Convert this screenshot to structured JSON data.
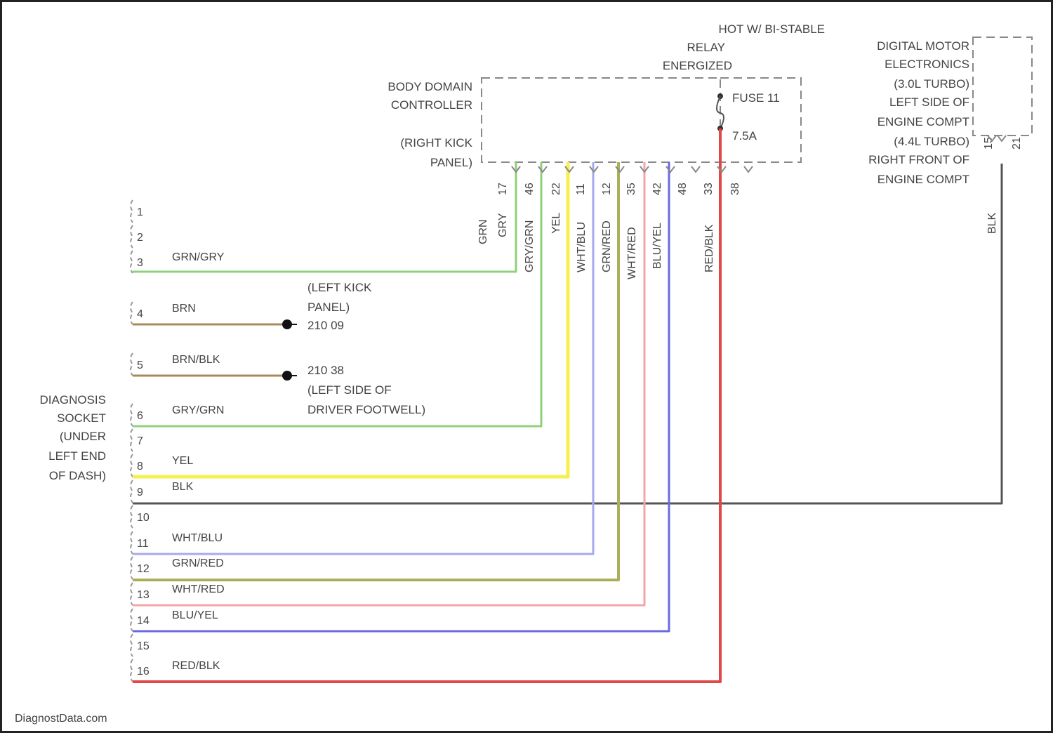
{
  "colors": {
    "background": "#ffffff",
    "text": "#444444",
    "frame": "#222222",
    "green": "#8fd07a",
    "brown": "#a88a5a",
    "yellow": "#f5f050",
    "black": "#555555",
    "violet": "#a8a8ee",
    "olive": "#aab05a",
    "pink": "#f2a6a6",
    "blue": "#6a6ae0",
    "red": "#e24848",
    "dashed": "#888888"
  },
  "components": {
    "bdc": {
      "name_line1": "BODY DOMAIN",
      "name_line2": "CONTROLLER",
      "loc_line1": "(RIGHT KICK",
      "loc_line2": "PANEL)"
    },
    "relay": {
      "line1": "HOT W/ BI-STABLE",
      "line2": "RELAY",
      "line3": "ENERGIZED"
    },
    "fuse": {
      "name": "FUSE 11",
      "rating": "7.5A"
    },
    "dme": {
      "line1": "DIGITAL MOTOR",
      "line2": "ELECTRONICS",
      "line3": "(3.0L TURBO)",
      "line4": "LEFT SIDE OF",
      "line5": "ENGINE COMPT",
      "line6": "(4.4L TURBO)",
      "line7": "RIGHT FRONT OF",
      "line8": "ENGINE COMPT",
      "pin_a": "15",
      "pin_b": "21",
      "wire": "BLK"
    },
    "diag_socket": {
      "line1": "DIAGNOSIS",
      "line2": "SOCKET",
      "line3": "(UNDER",
      "line4": "LEFT END",
      "line5": "OF DASH)"
    },
    "ground_g1": {
      "line1": "(LEFT KICK",
      "line2": "PANEL)",
      "id": "210 09"
    },
    "ground_g2": {
      "id": "210 38",
      "line1": "(LEFT SIDE OF",
      "line2": "DRIVER FOOTWELL)"
    }
  },
  "bdc_pins": [
    "17",
    "46",
    "22",
    "11",
    "12",
    "35",
    "42",
    "48",
    "33",
    "38"
  ],
  "bdc_wire_labels": [
    "GRN",
    "GRY",
    "GRY/GRN",
    "YEL",
    "WHT/BLU",
    "GRN/RED",
    "WHT/RED",
    "BLU/YEL",
    "RED/BLK"
  ],
  "socket_pins": [
    {
      "pin": "1",
      "label": ""
    },
    {
      "pin": "2",
      "label": ""
    },
    {
      "pin": "3",
      "label": "GRN/GRY"
    },
    {
      "pin": "4",
      "label": "BRN"
    },
    {
      "pin": "5",
      "label": "BRN/BLK"
    },
    {
      "pin": "6",
      "label": "GRY/GRN"
    },
    {
      "pin": "7",
      "label": ""
    },
    {
      "pin": "8",
      "label": "YEL"
    },
    {
      "pin": "9",
      "label": "BLK"
    },
    {
      "pin": "10",
      "label": ""
    },
    {
      "pin": "11",
      "label": "WHT/BLU"
    },
    {
      "pin": "12",
      "label": "GRN/RED"
    },
    {
      "pin": "13",
      "label": "WHT/RED"
    },
    {
      "pin": "14",
      "label": "BLU/YEL"
    },
    {
      "pin": "15",
      "label": ""
    },
    {
      "pin": "16",
      "label": "RED/BLK"
    }
  ],
  "watermark": "DiagnostData.com"
}
